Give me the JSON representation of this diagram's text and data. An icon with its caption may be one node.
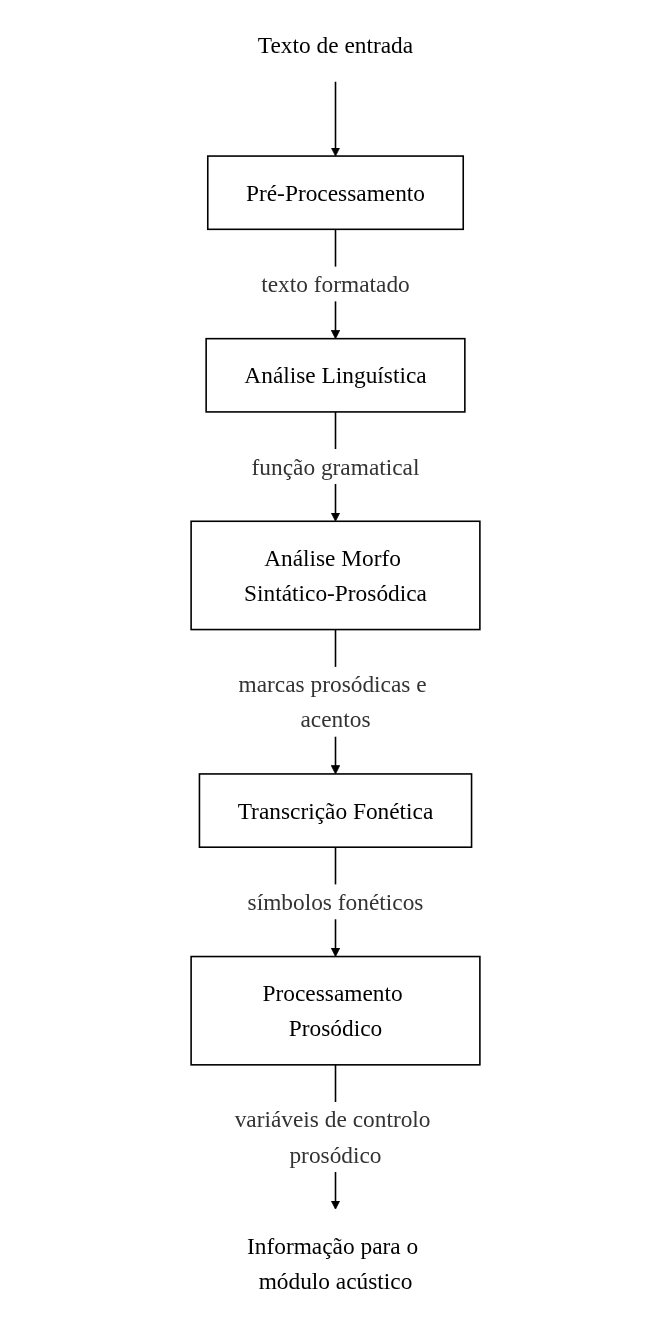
{
  "diagram": {
    "nodes": [
      {
        "text": [
          "Texto de entrada"
        ]
      },
      {
        "text": [
          "Pré-Processamento"
        ]
      },
      {
        "text": [
          "Análise Linguística"
        ]
      },
      {
        "text": [
          "Análise Morfo Sintático-Prosódica"
        ]
      },
      {
        "text": [
          "Transcrição Fonética"
        ]
      },
      {
        "text": [
          "Processamento Prosódico"
        ]
      },
      {
        "text": [
          "Informação para o módulo acústico"
        ]
      }
    ],
    "edges": [
      {
        "from": 0,
        "to": 1,
        "arrow": "to"
      },
      {
        "from": 1,
        "to": 2,
        "arrow": "to",
        "label": "texto formatado"
      },
      {
        "from": 2,
        "to": 3,
        "arrow": "to",
        "label": "função gramatical"
      },
      {
        "from": 3,
        "to": 4,
        "arrow": "to",
        "label": "marcas prosódicas e acentos"
      },
      {
        "from": 4,
        "to": 5,
        "arrow": "to",
        "label": "símbolos fonéticos"
      },
      {
        "from": 5,
        "to": 6,
        "arrow": "to",
        "label": "variáveis de controlo prosódico"
      }
    ]
  }
}
